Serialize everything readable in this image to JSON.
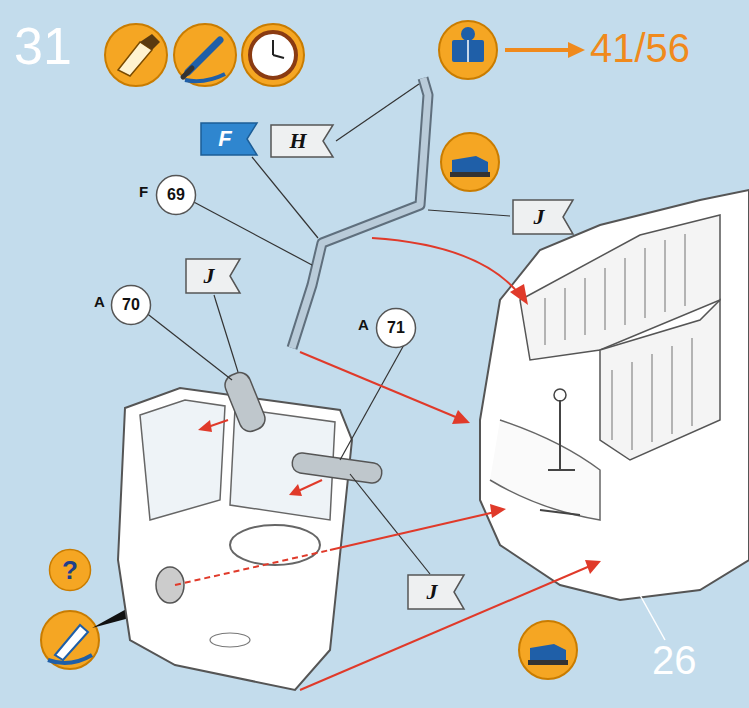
{
  "diagram": {
    "nodes": [
      {
        "text": [
          "F"
        ]
      },
      {
        "text": [
          "H"
        ]
      },
      {
        "text": [
          "69"
        ]
      },
      {
        "text": [
          "J"
        ]
      },
      {
        "text": [
          "J"
        ]
      },
      {
        "text": [
          "70"
        ]
      },
      {
        "text": [
          "71"
        ]
      },
      {
        "text": [
          "?"
        ]
      },
      {
        "text": [
          "J"
        ]
      }
    ],
    "labels": [
      "31",
      "41/56",
      "F",
      "A",
      "A",
      "26"
    ]
  }
}
